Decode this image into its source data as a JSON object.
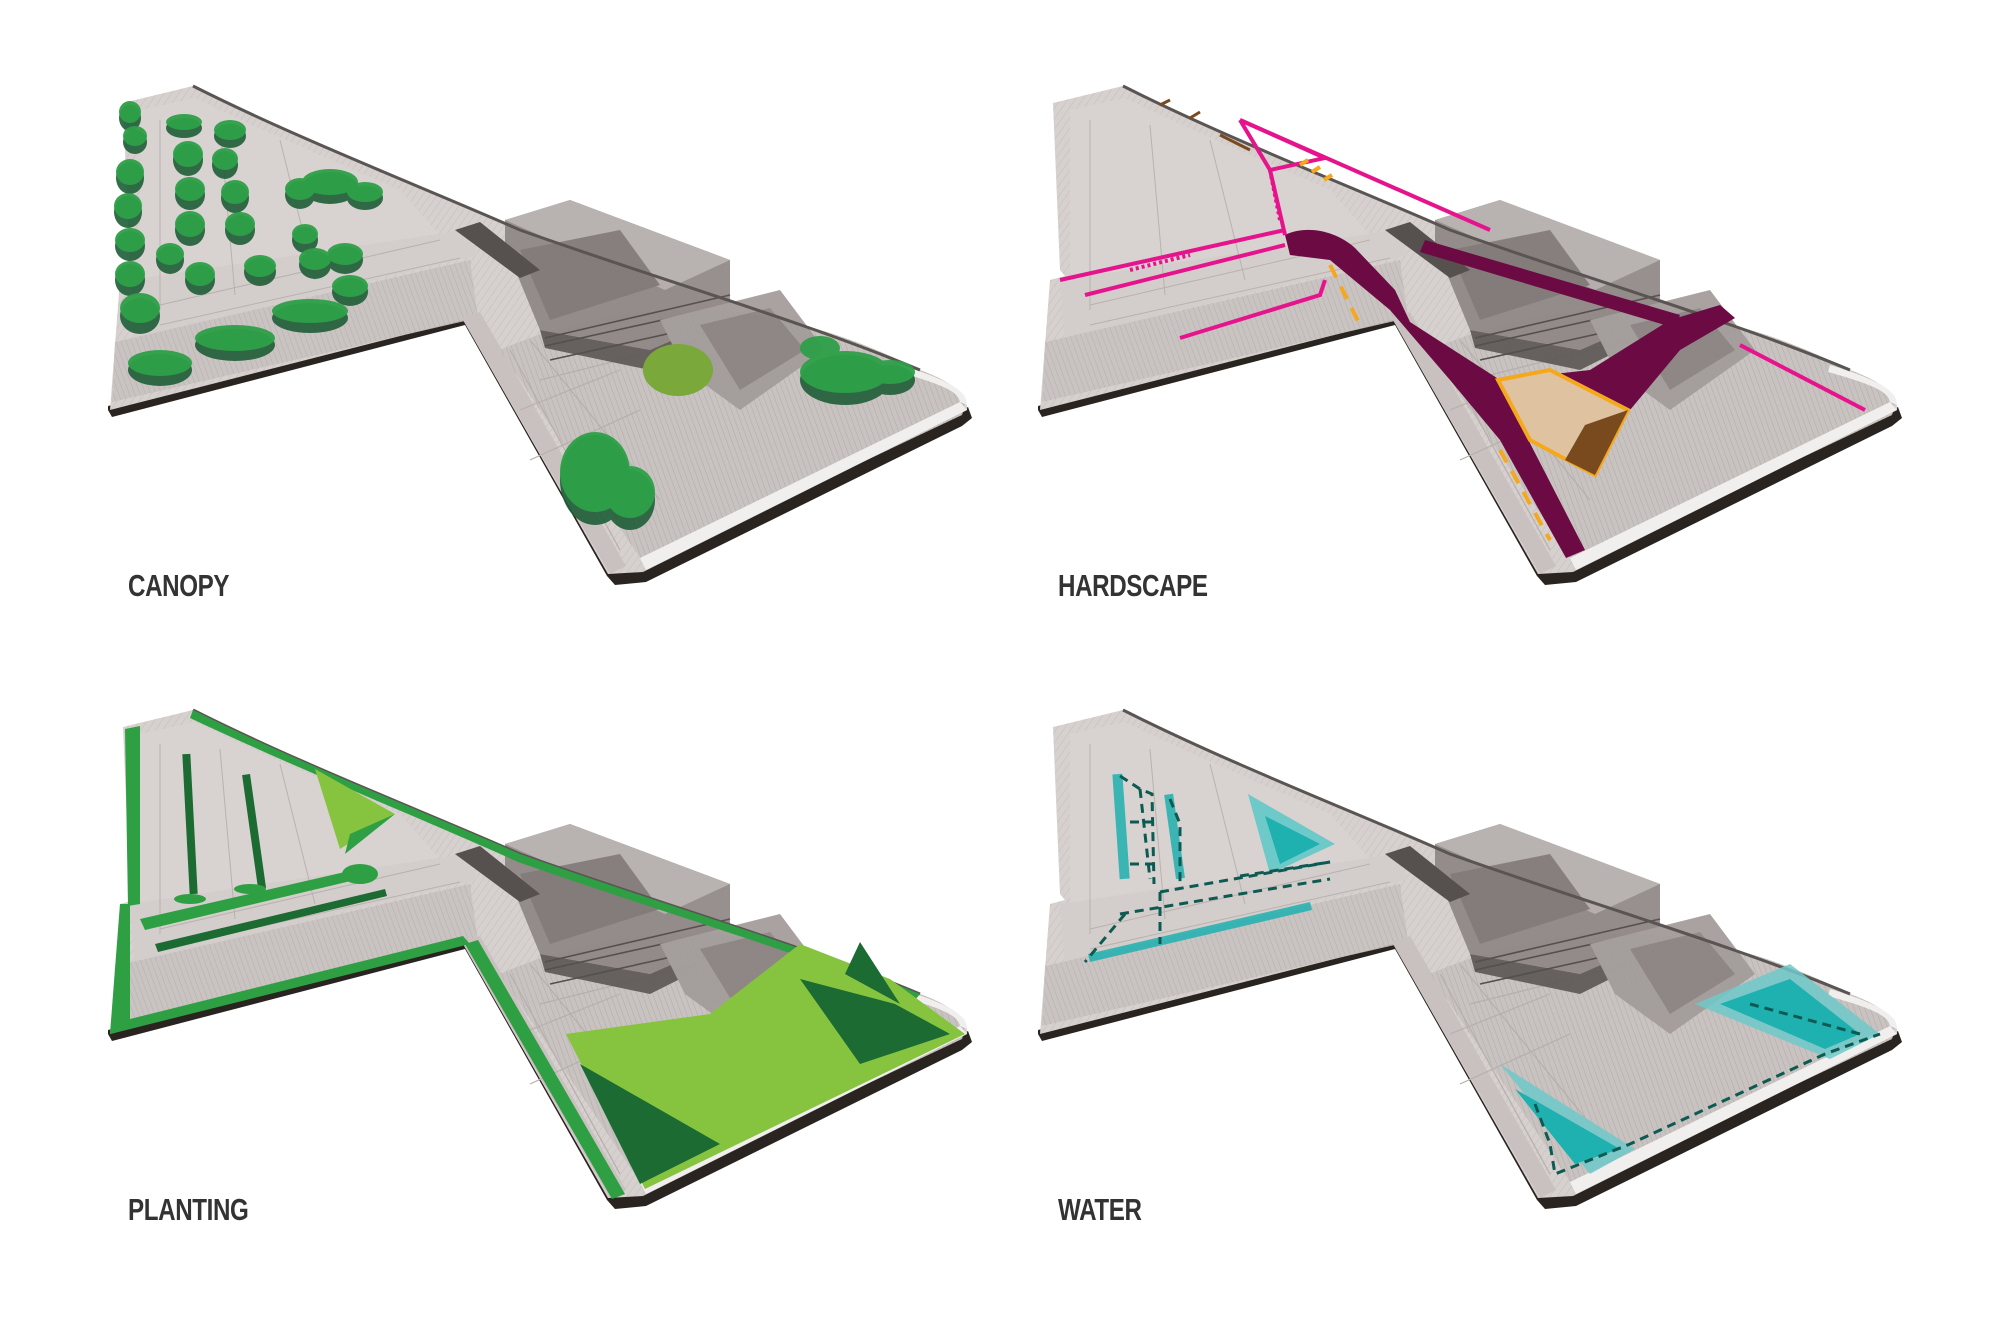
{
  "figure": {
    "panels": [
      {
        "id": "canopy",
        "label": "CANOPY",
        "theme": "tree canopy coverage"
      },
      {
        "id": "hardscape",
        "label": "HARDSCAPE",
        "theme": "paved paths and plazas"
      },
      {
        "id": "planting",
        "label": "PLANTING",
        "theme": "planted / green areas"
      },
      {
        "id": "water",
        "label": "WATER",
        "theme": "stormwater basins and conveyance"
      }
    ]
  },
  "colors": {
    "label_text": "#333333",
    "ground": "#d6d0ce",
    "ground_dark": "#bdb6b3",
    "sidewalk": "#c9c1bf",
    "edge": "#2a2421",
    "curb": "#f1efee",
    "building": "#8f8785",
    "building_dark": "#5e5856",
    "building_light": "#b3acaa",
    "tree": "#2ea048",
    "tree_shadow": "#1f5e38",
    "tree_olive": "#7aa83a",
    "hard_purple": "#6b0a43",
    "hard_magenta": "#e6148c",
    "hard_orange": "#f5a81c",
    "hard_tan": "#dfc3a0",
    "hard_brown": "#7a4a1f",
    "plant_light": "#86c440",
    "plant_mid": "#2ea043",
    "plant_dark": "#1b6b32",
    "water_teal": "#1fb0b0",
    "water_light": "#6ec9c9",
    "water_dash": "#0d5a52"
  }
}
